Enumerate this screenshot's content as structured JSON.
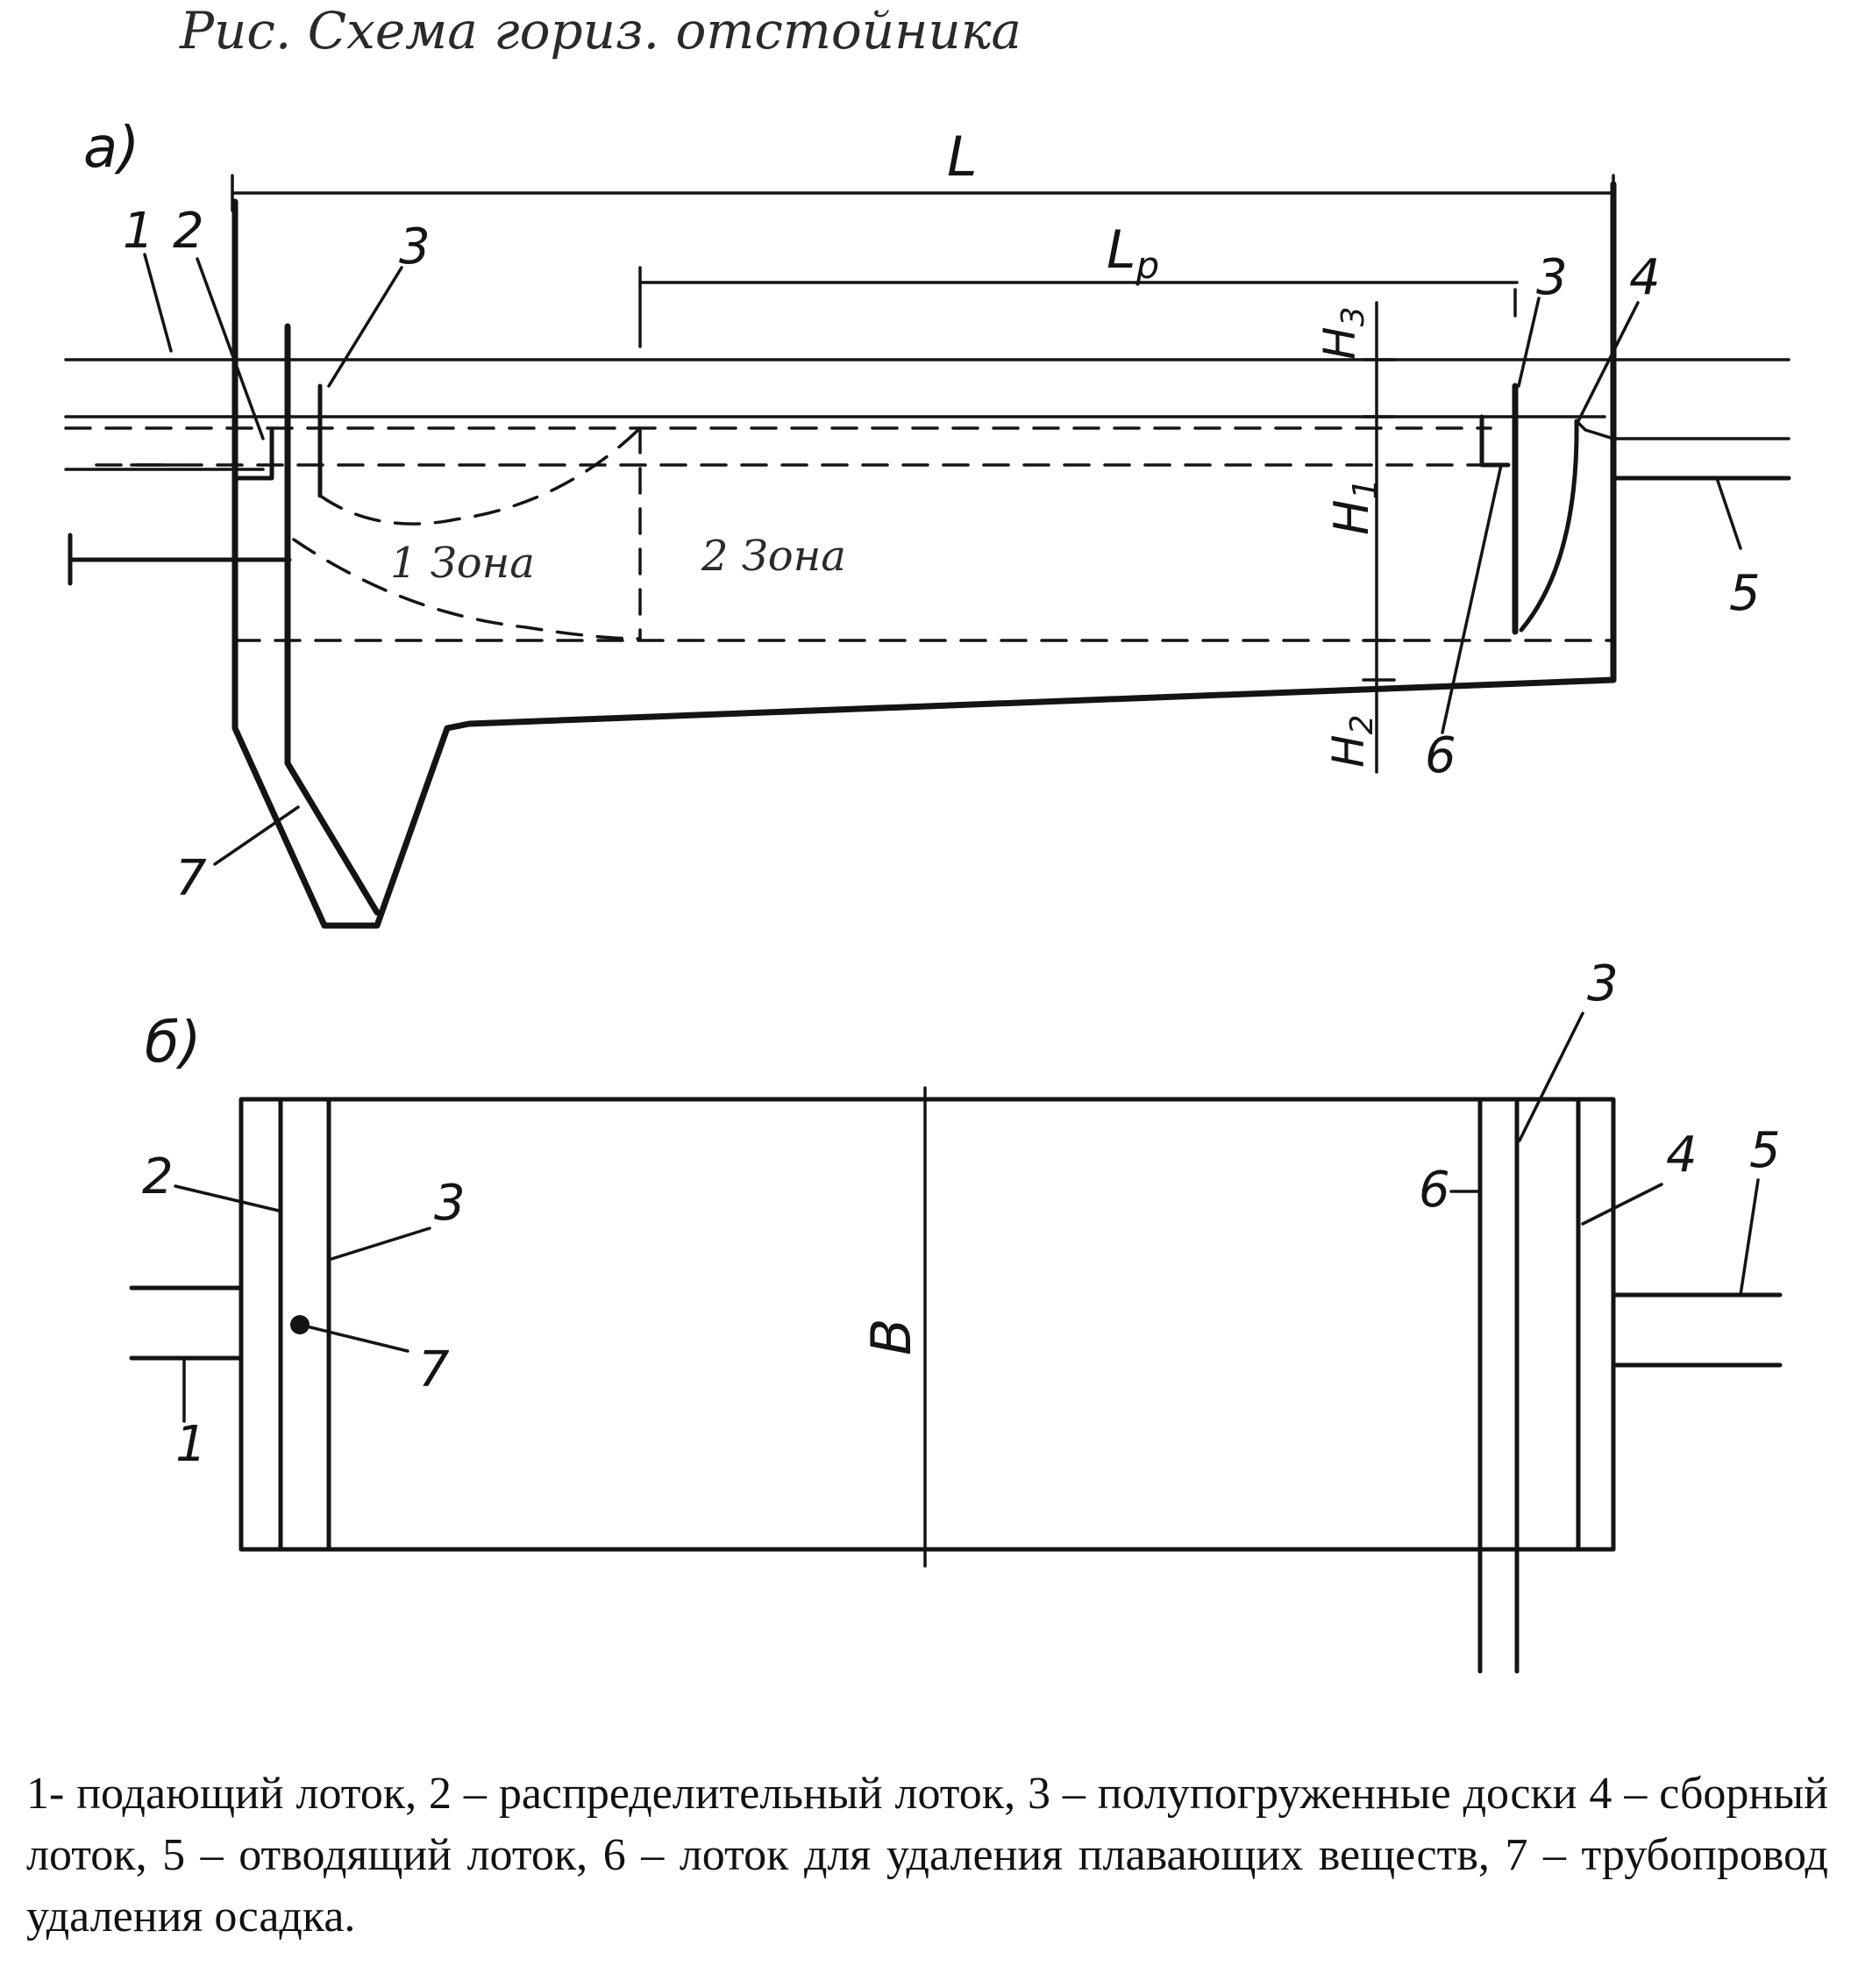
{
  "handwritten_title": "Рис. Схема гориз. отстойника",
  "view_a": {
    "label": "а)",
    "dim_L": "L",
    "dim_Lp": "L",
    "dim_Lp_sub": "р",
    "dim_H1": "H",
    "dim_H1_sub": "1",
    "dim_H2": "H",
    "dim_H2_sub": "2",
    "dim_H3": "H",
    "dim_H3_sub": "3",
    "zone1": "1 Зона",
    "zone2": "2 Зона",
    "callouts": {
      "c1": "1",
      "c2": "2",
      "c3_left": "3",
      "c3_right": "3",
      "c4": "4",
      "c5": "5",
      "c6": "6",
      "c7": "7"
    }
  },
  "view_b": {
    "label": "б)",
    "dim_B": "B",
    "callouts": {
      "c1": "1",
      "c2": "2",
      "c3_left": "3",
      "c3_right": "3",
      "c4": "4",
      "c5": "5",
      "c6": "6",
      "c7": "7"
    }
  },
  "caption": "1- подающий лоток, 2 – распределительный лоток, 3 – полупогруженные доски 4 – сборный лоток, 5 – отводящий лоток, 6 – лоток для удаления плавающих веществ, 7 – трубопровод удаления осадка."
}
